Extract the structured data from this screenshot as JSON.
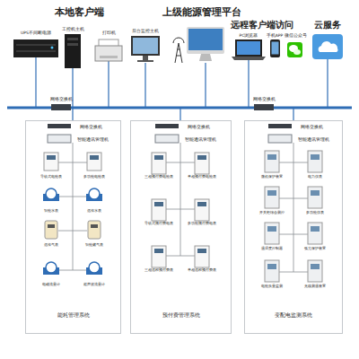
{
  "diagram": {
    "nodes": [
      {
        "text": [
          "能耗管理系统"
        ]
      },
      {
        "text": [
          "预付费管理系统"
        ]
      },
      {
        "text": [
          "变配电监测系统"
        ]
      }
    ],
    "labels": [
      "本地客户端",
      "上级能源管理平台",
      "远程客户端访问",
      "云服务",
      "UPS不间断电源",
      "工控机主机",
      "打印机",
      "后台监控主机",
      "PC浏览器",
      "手机APP",
      "微信公众号",
      "网络交换机",
      "网络交换机",
      "网络交换机",
      "智能通讯管理机",
      "网络交换机",
      "智能通讯管理机",
      "网络交换机",
      "智能通讯管理机",
      "导轨式电能表",
      "多功能电能表",
      "智能水表",
      "远传水表",
      "远传气表",
      "智能燃气表",
      "电磁流量计",
      "超声波流量计",
      "三相预付费电能表",
      "单相预付费电能表",
      "导轨式预付费电表",
      "多功能预付费电表",
      "三相远程预付费表",
      "单相远程预付费表",
      "微机保护装置",
      "电力仪表",
      "开关柜综合测控",
      "多功能仪表",
      "温湿度控制器",
      "弧光保护装置",
      "电能质量监测",
      "无线测温装置"
    ]
  }
}
